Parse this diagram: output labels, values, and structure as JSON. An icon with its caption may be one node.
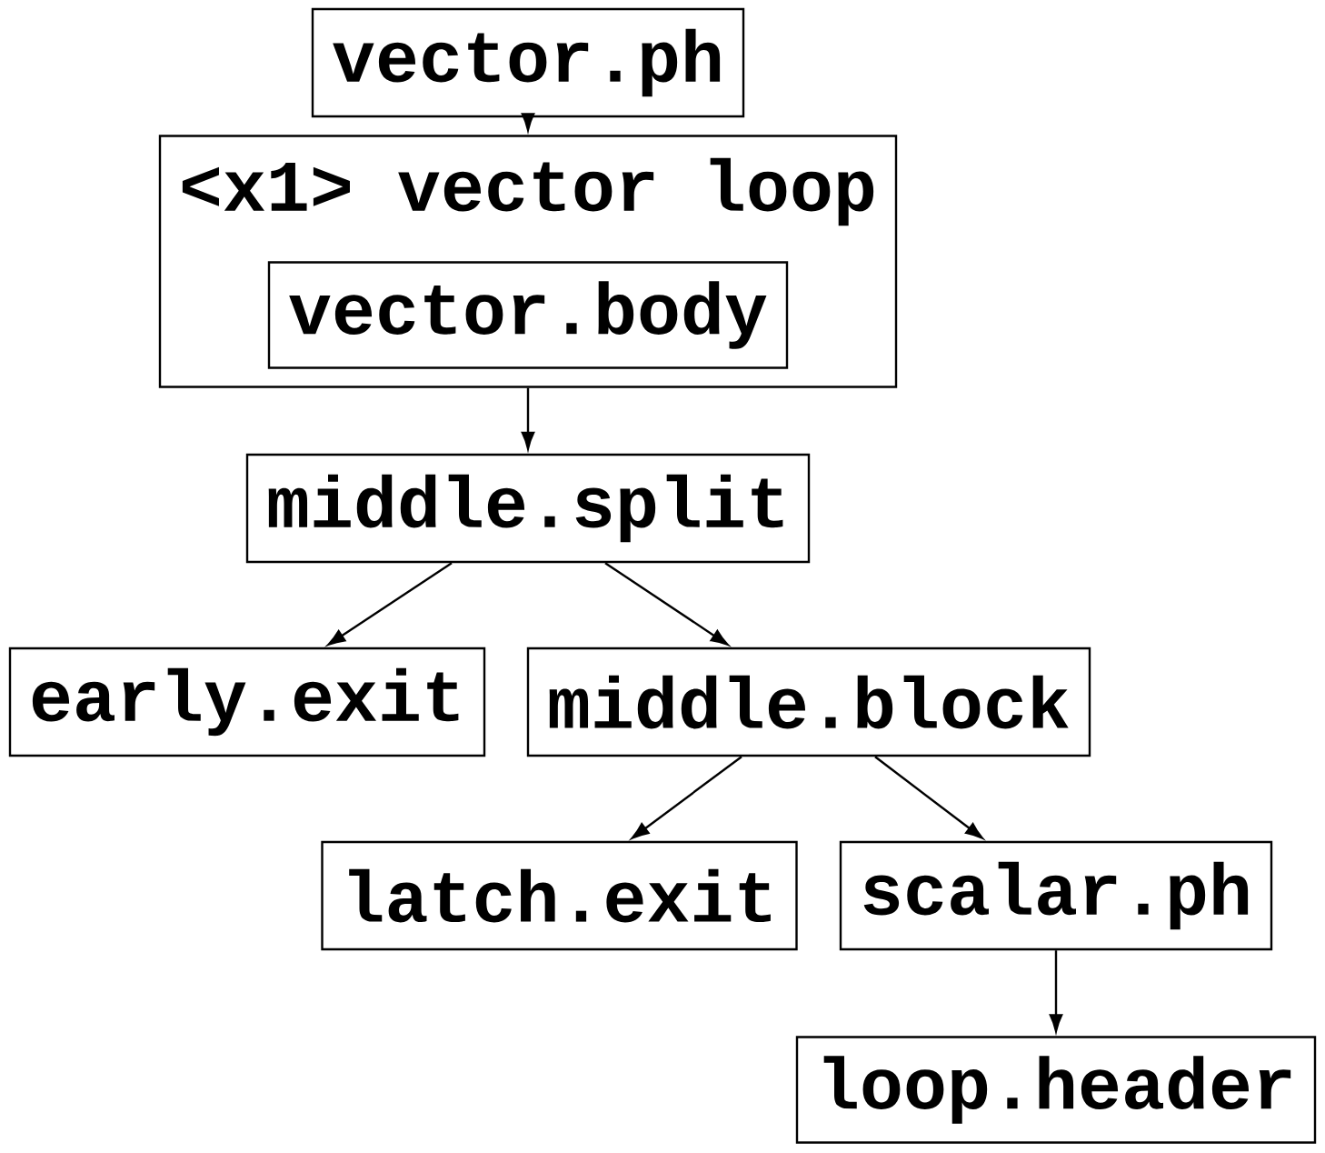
{
  "diagram": {
    "nodes": [
      {
        "text": [
          "vector.ph"
        ]
      },
      {
        "text": [
          "<x1> vector loop"
        ]
      },
      {
        "text": [
          "vector.body"
        ],
        "in": 1
      },
      {
        "text": [
          "middle.split"
        ]
      },
      {
        "text": [
          "early.exit"
        ]
      },
      {
        "text": [
          "middle.block"
        ]
      },
      {
        "text": [
          "latch.exit"
        ]
      },
      {
        "text": [
          "scalar.ph"
        ]
      },
      {
        "text": [
          "loop.header"
        ]
      }
    ],
    "edges": [
      {
        "from": 0,
        "to": 1,
        "arrow": "to"
      },
      {
        "from": 1,
        "to": 3,
        "arrow": "to"
      },
      {
        "from": 3,
        "to": 4,
        "arrow": "to"
      },
      {
        "from": 3,
        "to": 5,
        "arrow": "to"
      },
      {
        "from": 5,
        "to": 6,
        "arrow": "to"
      },
      {
        "from": 5,
        "to": 7,
        "arrow": "to"
      },
      {
        "from": 7,
        "to": 8,
        "arrow": "to"
      }
    ]
  }
}
